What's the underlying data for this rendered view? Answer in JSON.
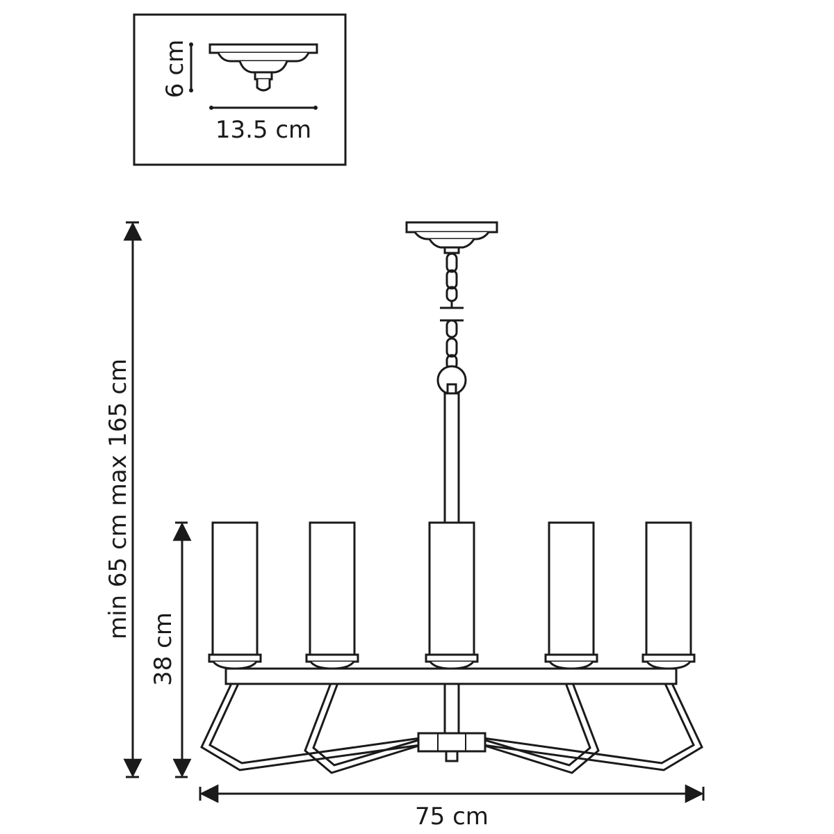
{
  "inset": {
    "height_label": "6 cm",
    "width_label": "13.5 cm"
  },
  "main": {
    "total_height_label": "min 65 cm max 165 cm",
    "body_height_label": "38 cm",
    "width_label": "75 cm"
  },
  "colors": {
    "line": "#1a1a1a",
    "background": "#ffffff"
  }
}
